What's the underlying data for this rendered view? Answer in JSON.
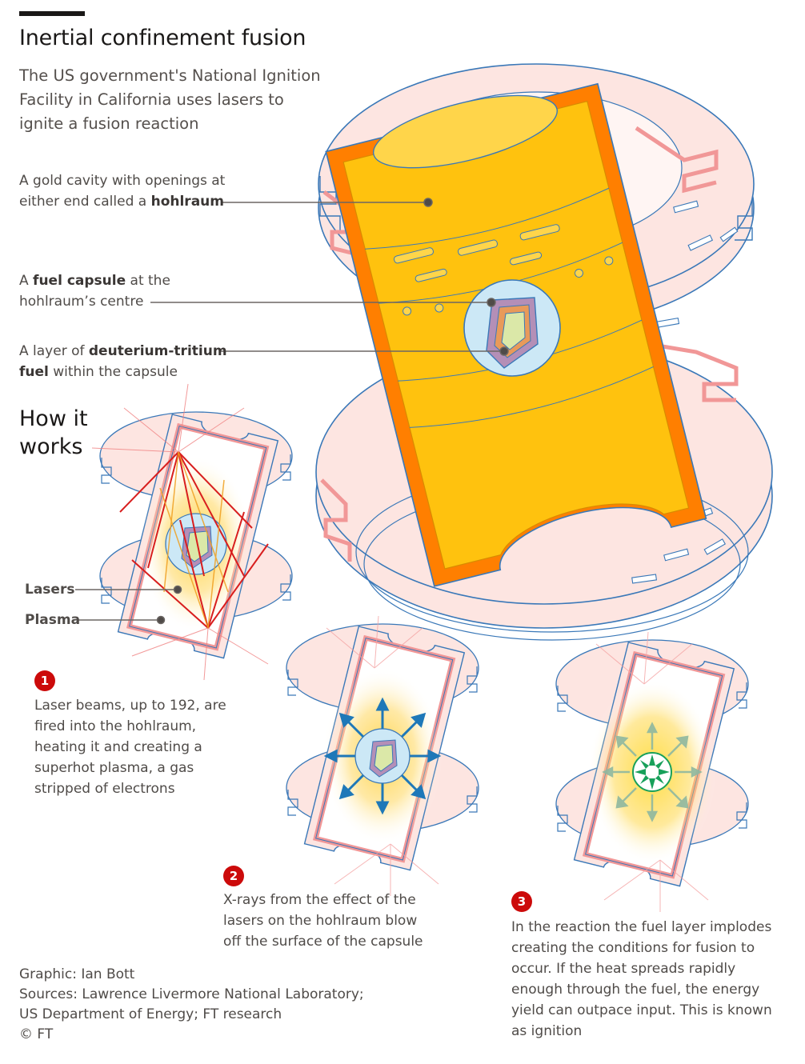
{
  "header": {
    "title": "Inertial confinement fusion",
    "subtitle": "The US government's National Ignition Facility in California uses lasers to ignite a fusion reaction"
  },
  "callouts": {
    "hohlraum": {
      "pre": "A gold cavity with openings at",
      "line2_pre": "either end called a ",
      "bold": "hohlraum"
    },
    "capsule": {
      "pre": "A ",
      "bold": "fuel capsule",
      "post": " at the",
      "line2": "hohlraum’s centre"
    },
    "fuel": {
      "pre": "A layer of ",
      "bold": "deuterium-tritium",
      "line2_bold": "fuel",
      "line2_post": " within the capsule"
    }
  },
  "how": {
    "title_line1": "How it",
    "title_line2": "works",
    "lasers_label": "Lasers",
    "plasma_label": "Plasma"
  },
  "steps": [
    {
      "number": "1",
      "text": "Laser beams, up to 192, are fired into the hohlraum, heating it and creating a superhot plasma, a gas stripped of electrons"
    },
    {
      "number": "2",
      "text": "X-rays from the effect of the lasers on the hohlraum blow off the surface of the capsule"
    },
    {
      "number": "3",
      "text": "In the reaction the fuel layer implodes creating the conditions for fusion to occur. If the heat spreads rapidly enough through the fuel, the energy yield can outpace input. This is known as ignition"
    }
  ],
  "footer": {
    "graphic": "Graphic: Ian Bott",
    "sources_1": "Sources: Lawrence Livermore National Laboratory;",
    "sources_2": "US Department of Energy; FT research",
    "copyright": "© FT"
  },
  "colors": {
    "gold": "#ffc20e",
    "orange_edge": "#ff7f00",
    "pink_housing": "#fcdcd8",
    "pink_edge": "#f4a3a3",
    "outline_blue": "#3a78b8",
    "capsule_blue": "#cce8f6",
    "fuel_green": "#dbe8a8",
    "laser_red": "#d81e1e",
    "arrow_blue": "#1e78b8",
    "burn_green": "#18a05a",
    "step_badge": "#cc0a0a"
  }
}
